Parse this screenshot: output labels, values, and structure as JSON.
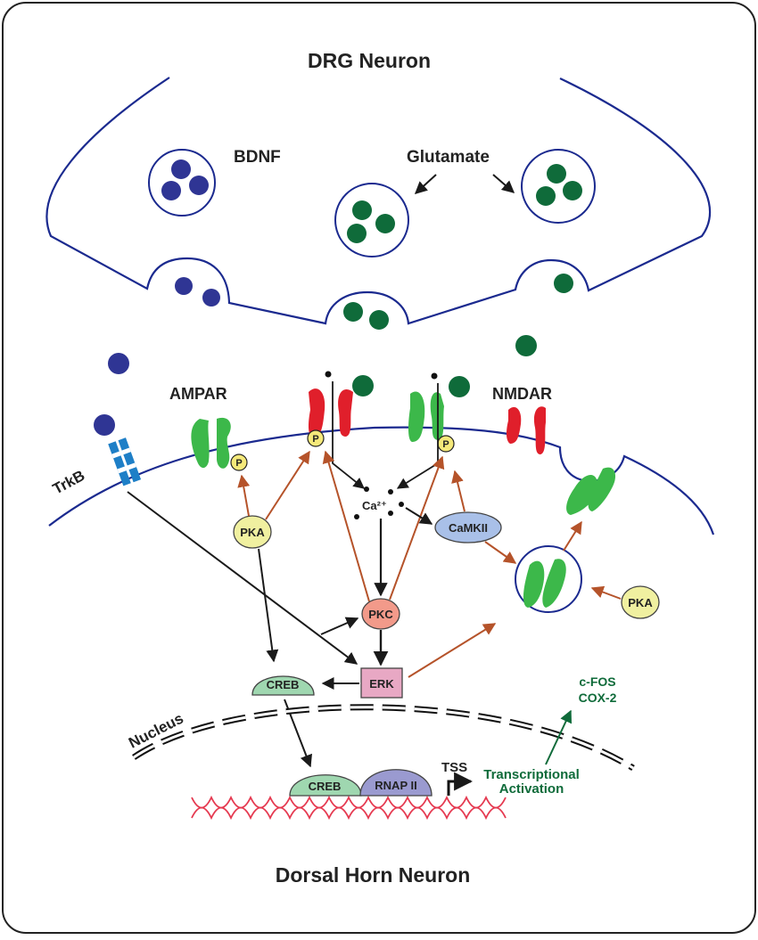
{
  "title_top": "DRG Neuron",
  "title_bottom": "Dorsal Horn Neuron",
  "labels": {
    "bdnf": "BDNF",
    "glutamate": "Glutamate",
    "ampar": "AMPAR",
    "nmdar": "NMDAR",
    "trkb": "TrkB",
    "calcium": "Ca²⁺",
    "nucleus": "Nucleus",
    "tss": "TSS",
    "transcriptional_line1": "Transcriptional",
    "transcriptional_line2": "Activation",
    "cfos": "c-FOS",
    "cox2": "COX-2"
  },
  "nodes": {
    "pka_left": "PKA",
    "pka_right": "PKA",
    "camkii": "CaMKII",
    "pkc": "PKC",
    "erk": "ERK",
    "creb_cyto": "CREB",
    "creb_nuc": "CREB",
    "rnap": "RNAP II",
    "phospho": "P"
  },
  "colors": {
    "membrane": "#1b2a8f",
    "bdnf": "#2f3594",
    "glutamate": "#0f6b3a",
    "receptor_green": "#3cb84a",
    "nmdar_red": "#e01f2b",
    "trkb": "#1e7fc7",
    "arrow_red": "#b5532a",
    "arrow_black": "#1a1a1a",
    "pka": "#f0f0a0",
    "pkc": "#f29a8a",
    "camkii": "#a9c0e8",
    "erk": "#e8a8c4",
    "creb": "#9fd7b0",
    "rnap": "#9a9ad0",
    "dna": "#e53950",
    "text_green": "#0f6b3a"
  }
}
